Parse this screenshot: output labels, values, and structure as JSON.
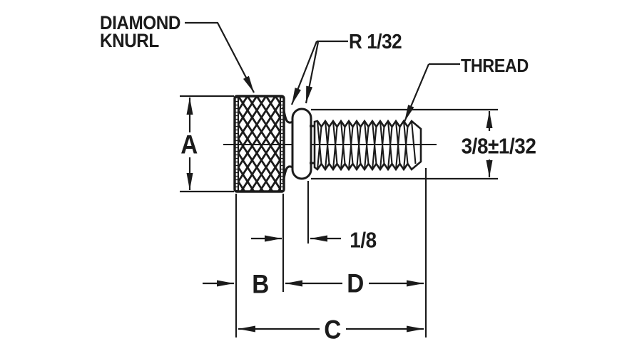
{
  "drawing": {
    "type": "engineering-dimension-drawing",
    "subject": "knurled thumb screw, side view",
    "colors": {
      "ink": "#1b1b1b",
      "background": "#ffffff"
    },
    "callouts": {
      "knurl_line1": "DIAMOND",
      "knurl_line2": "KNURL",
      "radius": "R 1/32",
      "thread": "THREAD"
    },
    "dimensions": {
      "diameter": "3/8±1/32",
      "head_height": "A",
      "neck_length": "1/8",
      "head_width": "B",
      "thread_length": "D",
      "overall_length": "C"
    }
  }
}
